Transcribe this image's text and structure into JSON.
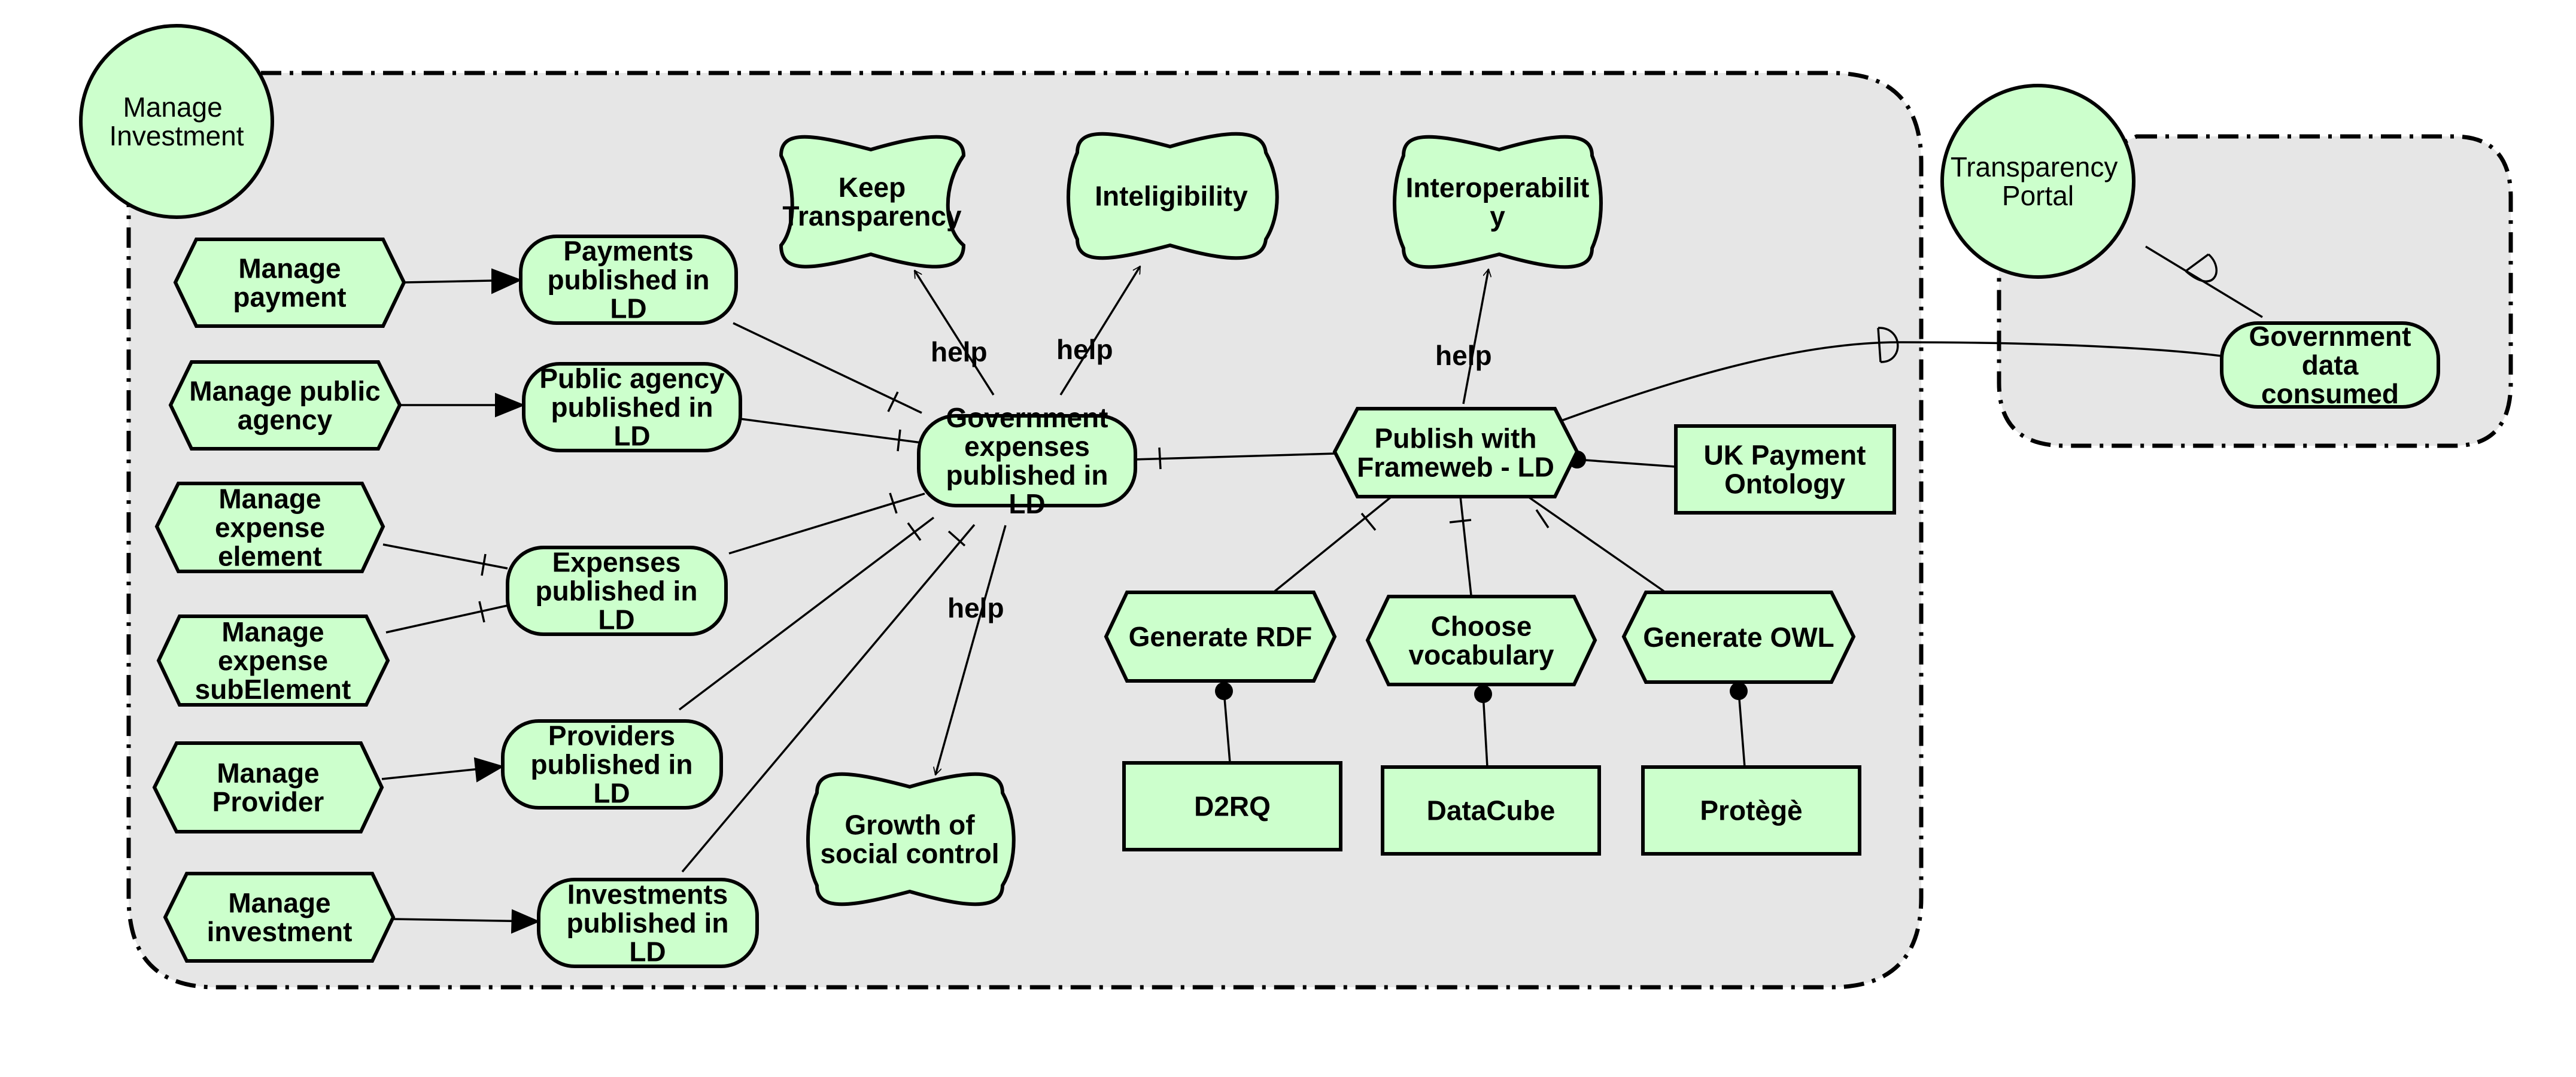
{
  "colors": {
    "element_fill": "#ccffcc",
    "boundary_fill": "#e6e6e6",
    "stroke": "#000000"
  },
  "actors": {
    "manage_investment": "Manage Investment",
    "transparency_portal": "Transparency Portal"
  },
  "tasks": {
    "manage_payment": "Manage payment",
    "manage_public_agency": "Manage public agency",
    "manage_expense_element": "Manage expense element",
    "manage_expense_subelement": "Manage expense subElement",
    "manage_provider": "Manage Provider",
    "manage_investment_task": "Manage investment",
    "publish_frameweb": "Publish with Frameweb - LD",
    "generate_rdf": "Generate RDF",
    "choose_vocabulary": "Choose vocabulary",
    "generate_owl": "Generate OWL"
  },
  "goals": {
    "payments_published": "Payments published in LD",
    "public_agency_published": "Public agency published in LD",
    "expenses_published": "Expenses published in LD",
    "providers_published": "Providers published in LD",
    "investments_published": "Investments published in LD",
    "government_expenses_published": "Government expenses published in LD",
    "government_data_consumed": "Government data consumed"
  },
  "softgoals": {
    "keep_transparency": "Keep Transparency",
    "inteligibility": "Inteligibility",
    "interoperability": "Interoperabilit y",
    "growth_social_control": "Growth of social control"
  },
  "resources": {
    "uk_payment_ontology": "UK Payment Ontology",
    "d2rq": "D2RQ",
    "datacube": "DataCube",
    "protege": "Protègè"
  },
  "contributions": {
    "help": "help"
  }
}
